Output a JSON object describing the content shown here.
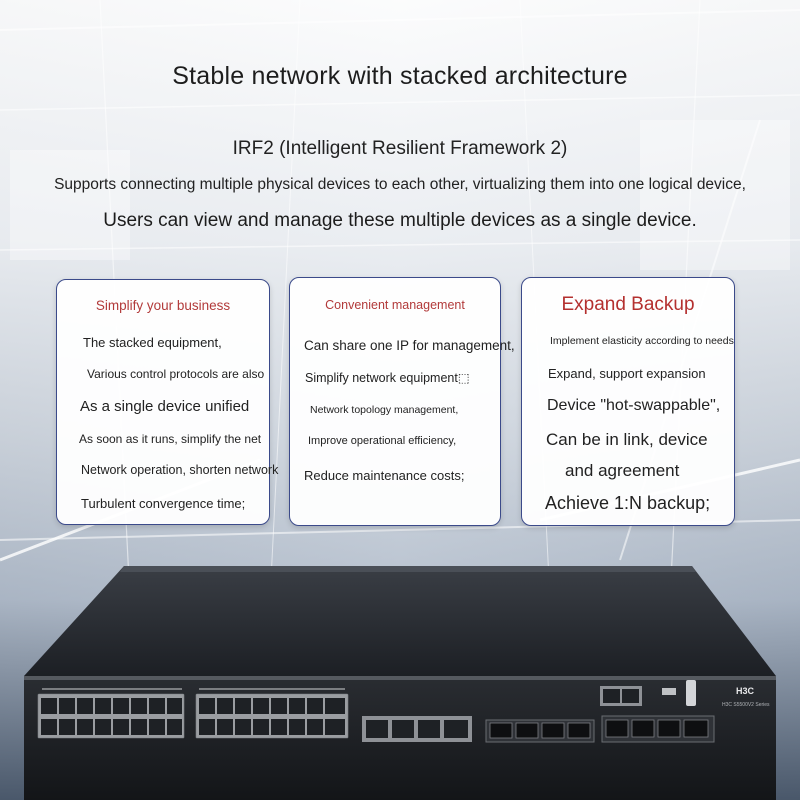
{
  "header": {
    "title": "Stable network with stacked architecture",
    "irf": "IRF2 (Intelligent Resilient Framework 2)",
    "desc1": "Supports connecting multiple physical devices to each other, virtualizing them into one logical device,",
    "desc2": "Users can view and manage these multiple devices as a single device."
  },
  "cards": [
    {
      "title": "Simplify your business",
      "lines": [
        "The stacked equipment,",
        "Various control protocols are also",
        "As a single device unified",
        "As soon as it runs, simplify the net",
        "Network operation, shorten network",
        "Turbulent convergence time;"
      ]
    },
    {
      "title": "Convenient management",
      "lines": [
        "Can share one IP for management,",
        "Simplify network equipment⬚",
        "Network topology management,",
        "Improve operational efficiency,",
        "Reduce maintenance costs;"
      ]
    },
    {
      "title": "Expand Backup",
      "lines": [
        "Implement elasticity according to needs",
        "Expand, support expansion",
        "Device \"hot-swappable\",",
        "Can be in link, device",
        "and agreement",
        "Achieve 1:N backup;"
      ]
    }
  ],
  "device": {
    "brand": "H3C",
    "series": "H3C S5500V2 Series",
    "icon": "network-switch-icon"
  },
  "colors": {
    "card_border": "#3b4a8a",
    "card_title": "#b23a3a"
  }
}
